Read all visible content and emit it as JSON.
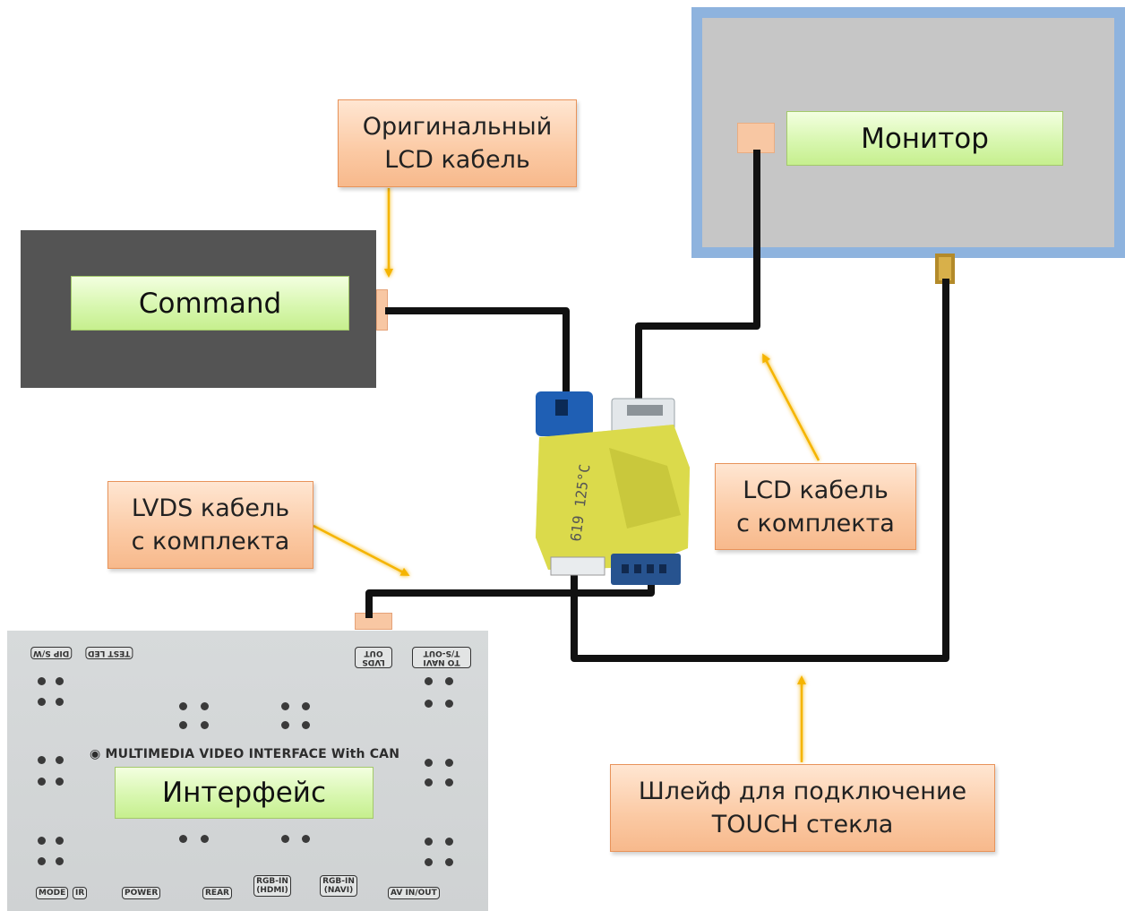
{
  "labels": {
    "command": "Command",
    "monitor": "Монитор",
    "interface": "Интерфейс"
  },
  "callouts": {
    "original_lcd": [
      "Оригинальный",
      "LCD кабель"
    ],
    "lcd_kit": [
      "LCD кабель",
      "с комплекта"
    ],
    "lvds_kit": [
      "LVDS кабель",
      "с комплекта"
    ],
    "touch_cable": [
      "Шлейф для подключение",
      "TOUCH стекла"
    ]
  },
  "interface_board": {
    "caption": "MULTIMEDIA VIDEO INTERFACE With CAN",
    "top_ports": [
      "DIP S/W",
      "TEST LED",
      "LVDS OUT",
      "TO NAVI T/S-OUT"
    ],
    "bottom_ports": [
      "MODE",
      "IR",
      "POWER",
      "REAR",
      "RGB-IN (HDMI)",
      "RGB-IN (NAVI)",
      "AV IN/OUT"
    ]
  },
  "adapter": {
    "marking": "619 125°C"
  },
  "colors": {
    "cable": "#111111",
    "arrow": "#f5b400",
    "command_box": "#545454",
    "monitor_border": "#8eb3de",
    "monitor_screen": "#c6c6c6",
    "callout_fill": "#fbc9a3",
    "label_fill": "#d8f7b0"
  }
}
